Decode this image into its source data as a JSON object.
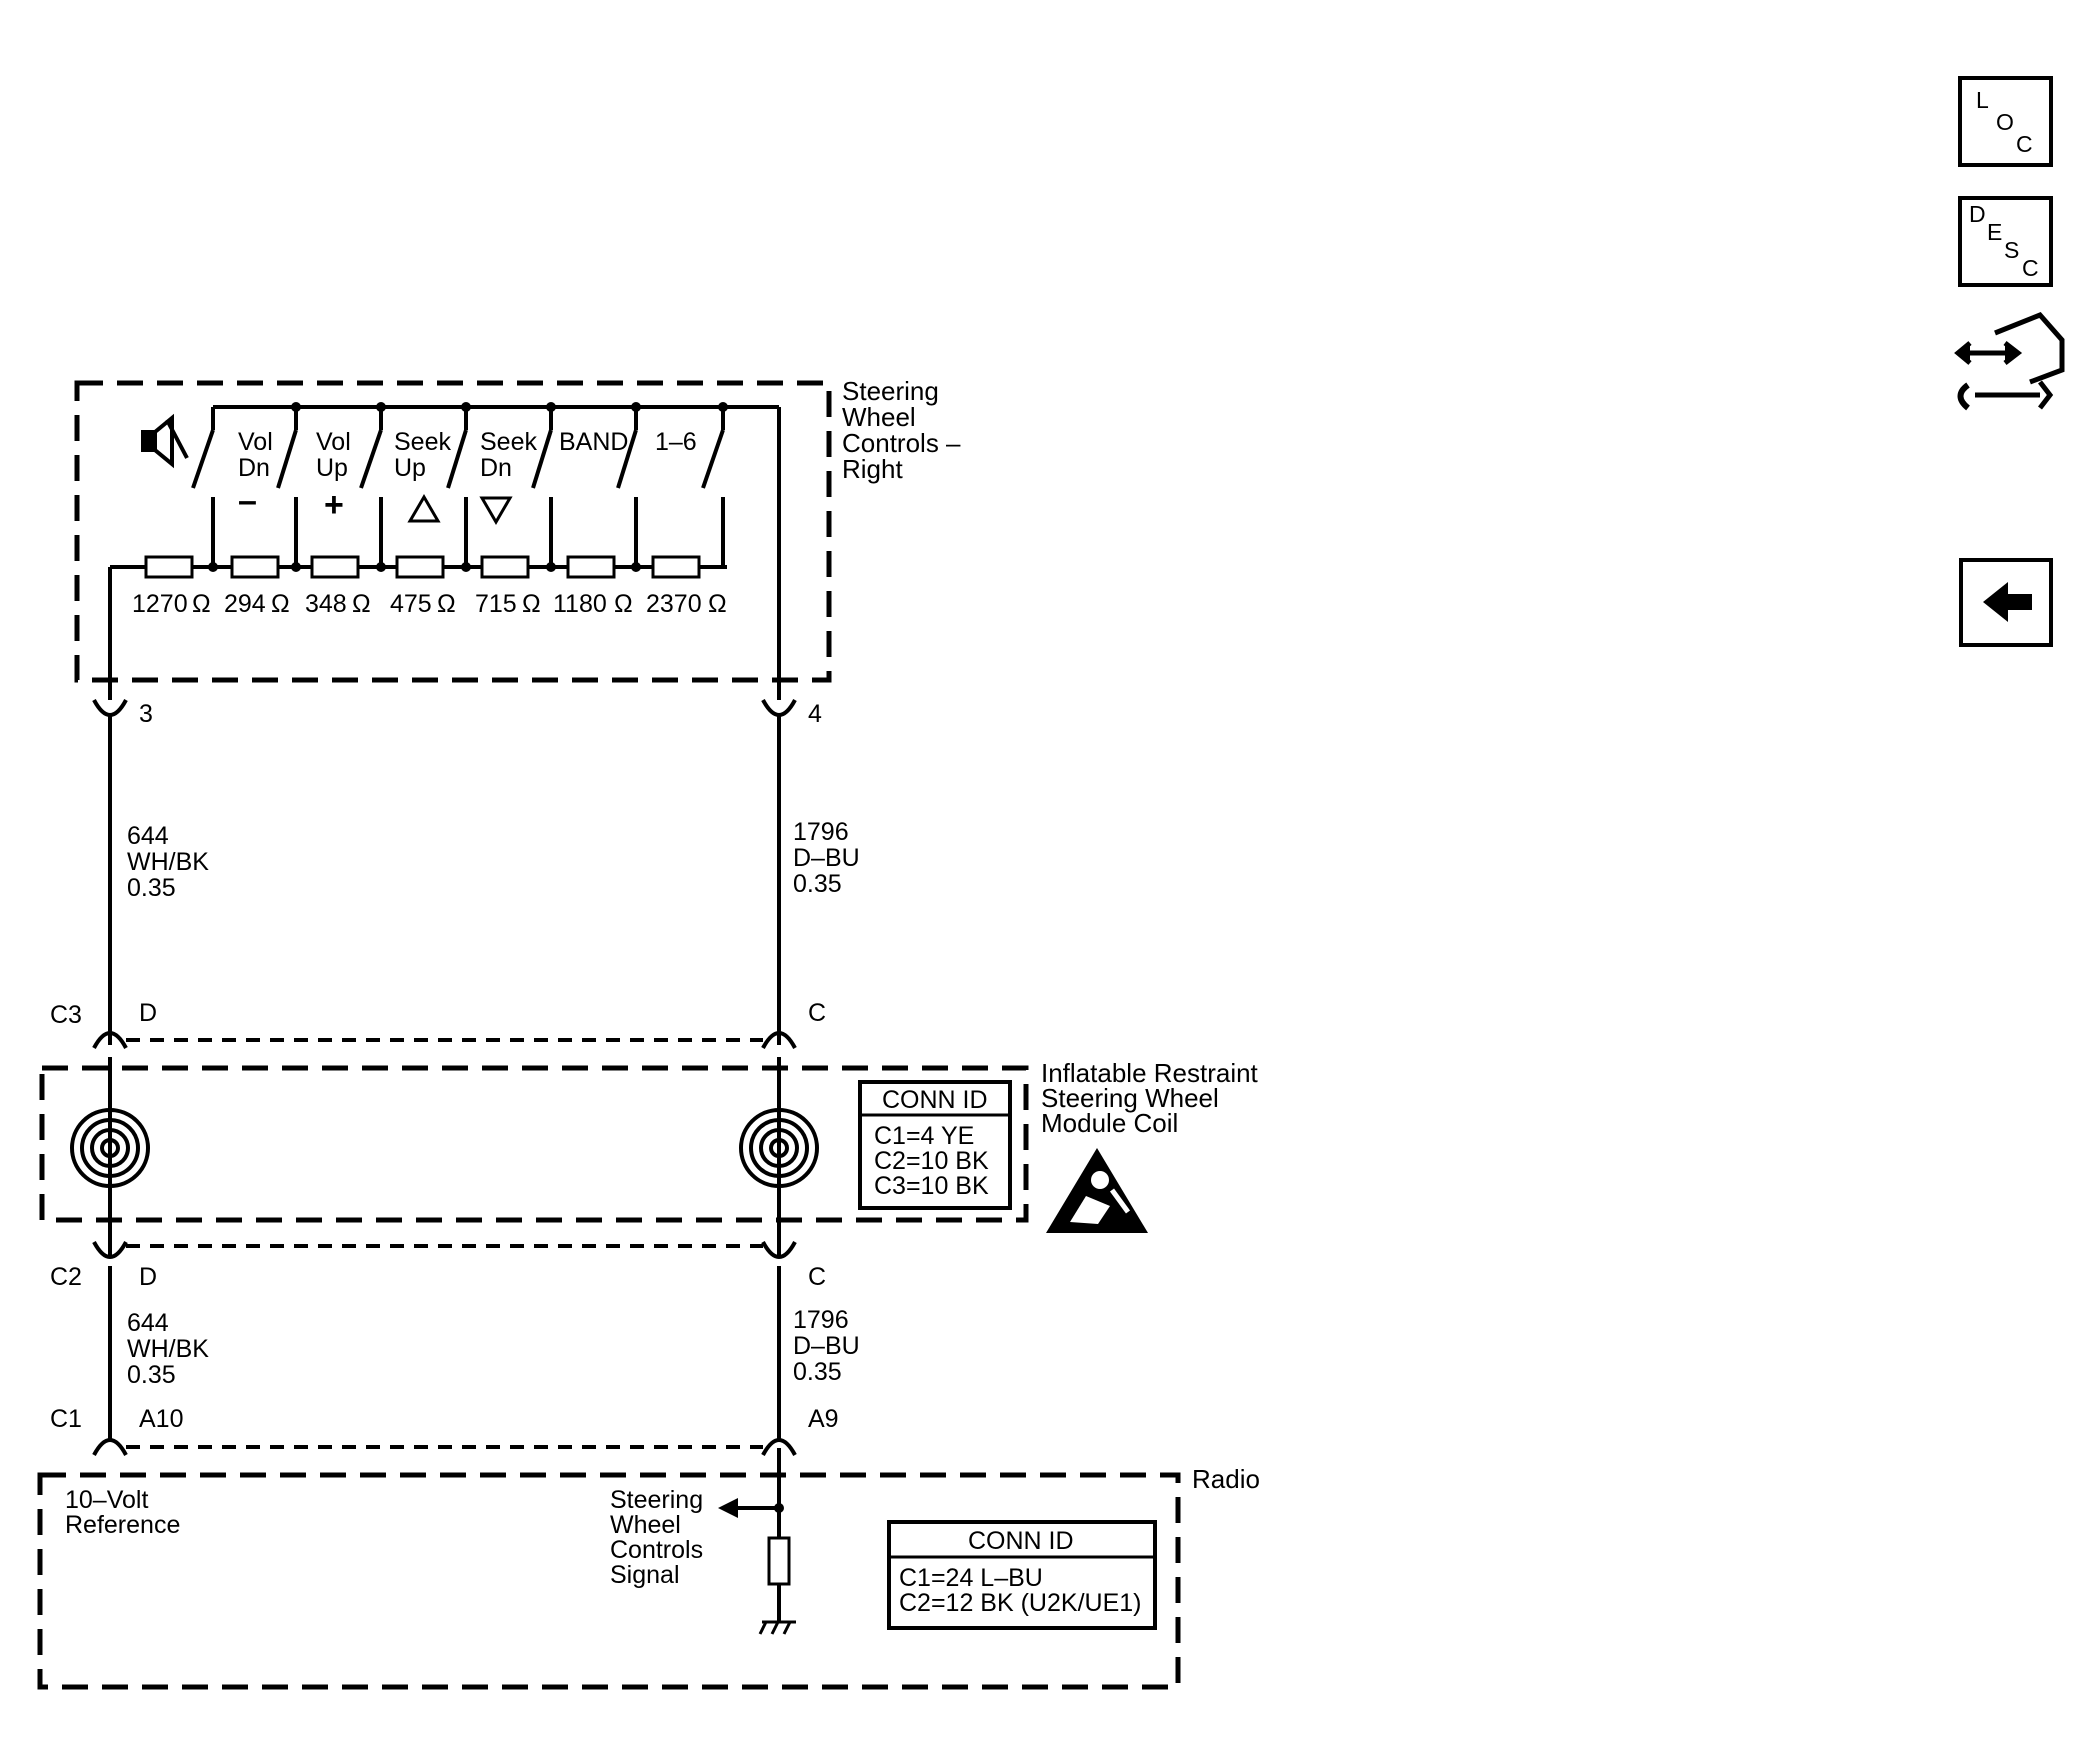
{
  "modules": {
    "swc_right": [
      "Steering",
      "Wheel",
      "Controls –",
      "Right"
    ],
    "coil": [
      "Inflatable Restraint",
      "Steering Wheel",
      "Module Coil"
    ],
    "radio": "Radio"
  },
  "switches": [
    {
      "label": [
        "Vol",
        "Dn"
      ],
      "symbol": "–",
      "resistance": "294"
    },
    {
      "label": [
        "Vol",
        "Up"
      ],
      "symbol": "+",
      "resistance": "348"
    },
    {
      "label": [
        "Seek",
        "Up"
      ],
      "symbol": "triangle-up-icon",
      "resistance": "475"
    },
    {
      "label": [
        "Seek",
        "Dn"
      ],
      "symbol": "triangle-down-icon",
      "resistance": "715"
    },
    {
      "label": [
        "BAND"
      ],
      "symbol": "",
      "resistance": "1180"
    },
    {
      "label": [
        "1–6"
      ],
      "symbol": "",
      "resistance": "2370"
    }
  ],
  "mute": {
    "icon": "mute-speaker-icon",
    "resistance": "1270"
  },
  "ohm": "Ω",
  "pins": {
    "swc_left": "3",
    "swc_right": "4",
    "c3": "C3",
    "c3_left": "D",
    "c3_right": "C",
    "c2": "C2",
    "c2_left": "D",
    "c2_right": "C",
    "c1": "C1",
    "c1_left": "A10",
    "c1_right": "A9"
  },
  "wires": {
    "left": [
      "644",
      "WH/BK",
      "0.35"
    ],
    "right": [
      "1796",
      "D–BU",
      "0.35"
    ]
  },
  "conn_id_coil": {
    "title": "CONN ID",
    "lines": [
      "C1=4 YE",
      "C2=10 BK",
      "C3=10 BK"
    ]
  },
  "conn_id_radio": {
    "title": "CONN ID",
    "lines": [
      "C1=24 L–BU",
      "C2=12 BK (U2K/UE1)"
    ]
  },
  "radio_labels": {
    "reference": [
      "10–Volt",
      "Reference"
    ],
    "signal": [
      "Steering",
      "Wheel",
      "Controls",
      "Signal"
    ]
  },
  "side_buttons": [
    {
      "name": "loc-button",
      "letters": [
        "L",
        "O",
        "C"
      ]
    },
    {
      "name": "desc-button",
      "letters": [
        "D",
        "E",
        "S",
        "C"
      ]
    },
    {
      "name": "harness-connector-button",
      "icon": "hand-wrench-arrows-icon"
    },
    {
      "name": "back-button",
      "icon": "left-arrow-icon"
    }
  ],
  "warning_icon": "airbag-warning-triangle-icon"
}
